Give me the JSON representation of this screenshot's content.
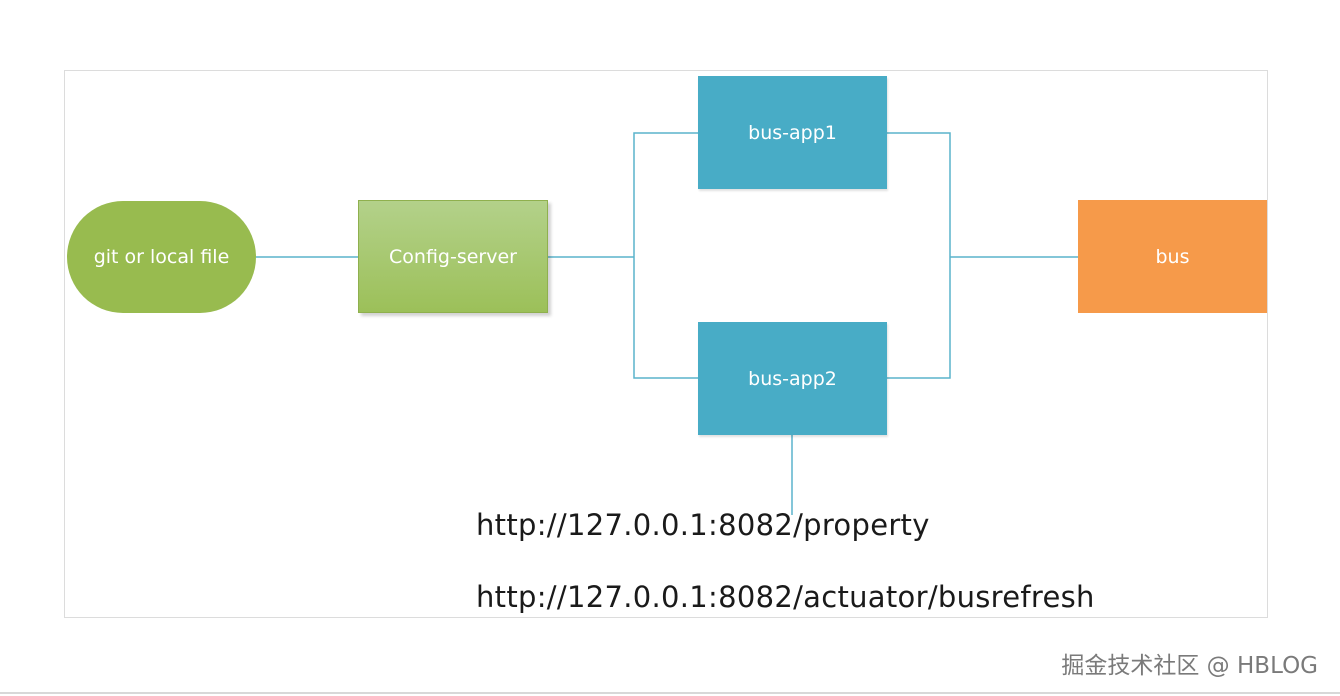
{
  "diagram": {
    "nodes": {
      "source": "git or local file",
      "config_server": "Config-server",
      "app1": "bus-app1",
      "app2": "bus-app2",
      "bus": "bus"
    },
    "urls": [
      "http://127.0.0.1:8082/property",
      "http://127.0.0.1:8082/actuator/busrefresh"
    ],
    "colors": {
      "green": "#98bb4f",
      "blue": "#48acc6",
      "orange": "#f69a4a",
      "connector": "#5ab3cc"
    }
  },
  "watermark": "掘金技术社区 @ HBLOG"
}
